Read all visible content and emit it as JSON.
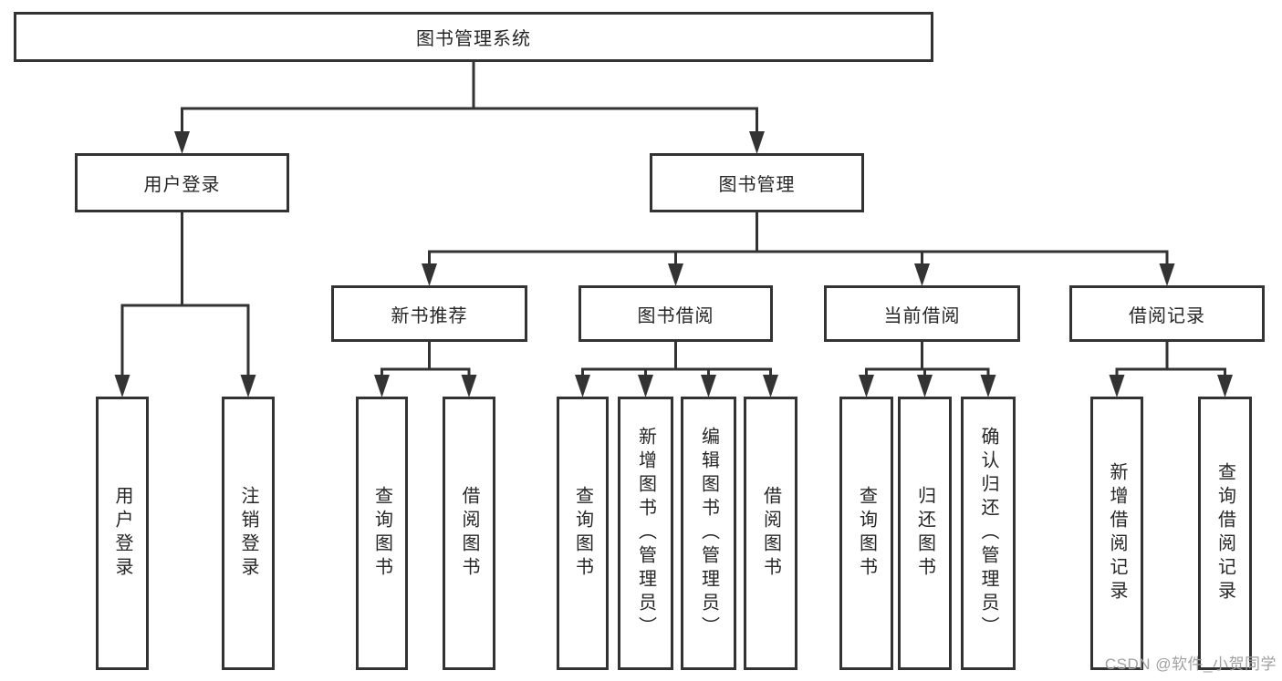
{
  "diagram": {
    "type": "tree",
    "title": "图书管理系统",
    "nodes": [
      {
        "id": "library-system",
        "label": "图书管理系统",
        "parent": null
      },
      {
        "id": "user-login",
        "label": "用户登录",
        "parent": "library-system"
      },
      {
        "id": "book-management",
        "label": "图书管理",
        "parent": "library-system"
      },
      {
        "id": "new-book-recommend",
        "label": "新书推荐",
        "parent": "book-management"
      },
      {
        "id": "book-borrowing",
        "label": "图书借阅",
        "parent": "book-management"
      },
      {
        "id": "current-borrowing",
        "label": "当前借阅",
        "parent": "book-management"
      },
      {
        "id": "borrowing-records",
        "label": "借阅记录",
        "parent": "book-management"
      },
      {
        "id": "user-login-action",
        "label": "用户登录",
        "parent": "user-login"
      },
      {
        "id": "logout-action",
        "label": "注销登录",
        "parent": "user-login"
      },
      {
        "id": "recommend-query-books",
        "label": "查询图书",
        "parent": "new-book-recommend"
      },
      {
        "id": "recommend-borrow-books",
        "label": "借阅图书",
        "parent": "new-book-recommend"
      },
      {
        "id": "borrowing-query-books",
        "label": "查询图书",
        "parent": "book-borrowing"
      },
      {
        "id": "add-books-admin",
        "label": "新增图书（管理员）",
        "parent": "book-borrowing"
      },
      {
        "id": "edit-books-admin",
        "label": "编辑图书（管理员）",
        "parent": "book-borrowing"
      },
      {
        "id": "borrow-books",
        "label": "借阅图书",
        "parent": "book-borrowing"
      },
      {
        "id": "current-query-books",
        "label": "查询图书",
        "parent": "current-borrowing"
      },
      {
        "id": "return-books",
        "label": "归还图书",
        "parent": "current-borrowing"
      },
      {
        "id": "confirm-return-admin",
        "label": "确认归还（管理员）",
        "parent": "current-borrowing"
      },
      {
        "id": "add-borrow-record",
        "label": "新增借阅记录",
        "parent": "borrowing-records"
      },
      {
        "id": "query-borrow-record",
        "label": "查询借阅记录",
        "parent": "borrowing-records"
      }
    ]
  },
  "watermark": {
    "text": "CSDN @软件_小贺同学"
  },
  "colors": {
    "line": "#333333",
    "box_border": "#333333",
    "box_background": "#ffffff",
    "text": "#262626",
    "watermark": "#a0a0a0",
    "canvas": "#ffffff"
  }
}
